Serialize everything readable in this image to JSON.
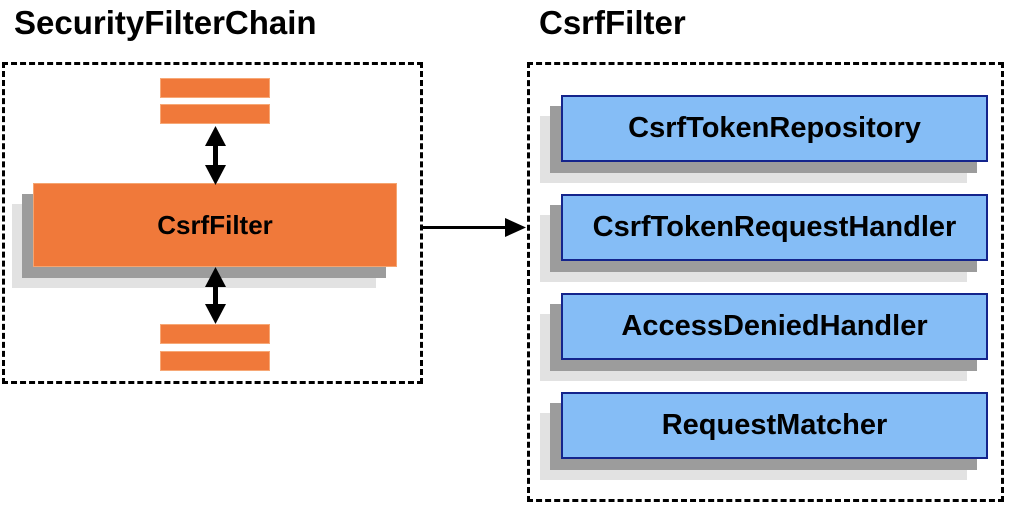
{
  "left_panel": {
    "title": "SecurityFilterChain",
    "filter_box_label": "CsrfFilter"
  },
  "right_panel": {
    "title": "CsrfFilter",
    "components": [
      "CsrfTokenRepository",
      "CsrfTokenRequestHandler",
      "AccessDeniedHandler",
      "RequestMatcher"
    ]
  },
  "colors": {
    "background": "#ffffff",
    "orange_fill": "#f0793a",
    "orange_border": "#f5a571",
    "blue_fill": "#85bdf6",
    "blue_border": "#14248c",
    "shadow_dark": "#9c9c9c",
    "shadow_light": "#e2e2e2",
    "dashed_border": "#000000",
    "arrow": "#000000",
    "text": "#000000"
  }
}
